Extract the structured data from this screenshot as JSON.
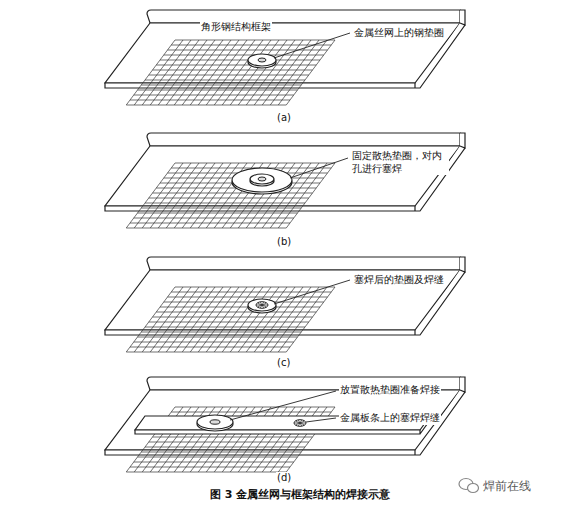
{
  "diagram": {
    "caption": "图 3 金属丝网与框架结构的焊接示意",
    "labels": [
      "角形钢结构框架",
      "金属丝网上的钢垫圈",
      "(a)",
      "固定散热垫圈，对内孔进行塞焊",
      "(b)",
      "塞焊后的垫圈及焊缝",
      "(c)",
      "放置散热垫圈准备焊接",
      "金属板条上的塞焊焊缝",
      "(d)",
      "焊前在线"
    ]
  }
}
